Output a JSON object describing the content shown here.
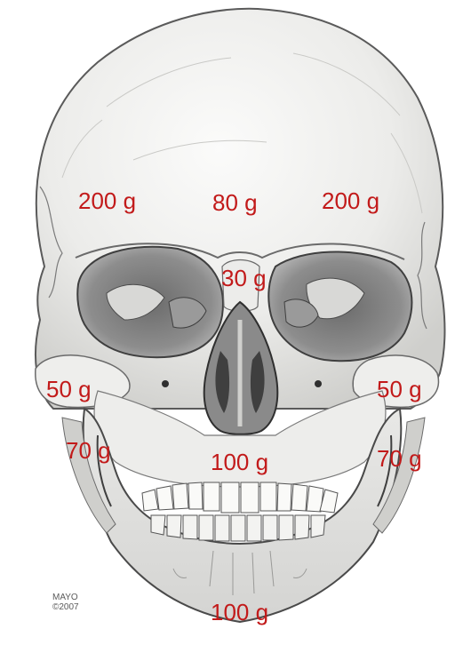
{
  "labels": {
    "frontal_left": "200 g",
    "glabella": "80 g",
    "frontal_right": "200 g",
    "nasal": "30 g",
    "zygomatic_left": "50 g",
    "zygomatic_right": "50 g",
    "ramus_left": "70 g",
    "maxilla": "100 g",
    "ramus_right": "70 g",
    "mandible": "100 g"
  },
  "credit": {
    "line1": "MAYO",
    "line2": "©2007"
  },
  "colors": {
    "label_text": "#c21a1a",
    "bone_fill": "#f2f2f0",
    "shading": "#bdbdbd",
    "outline": "#4a4a4a"
  }
}
